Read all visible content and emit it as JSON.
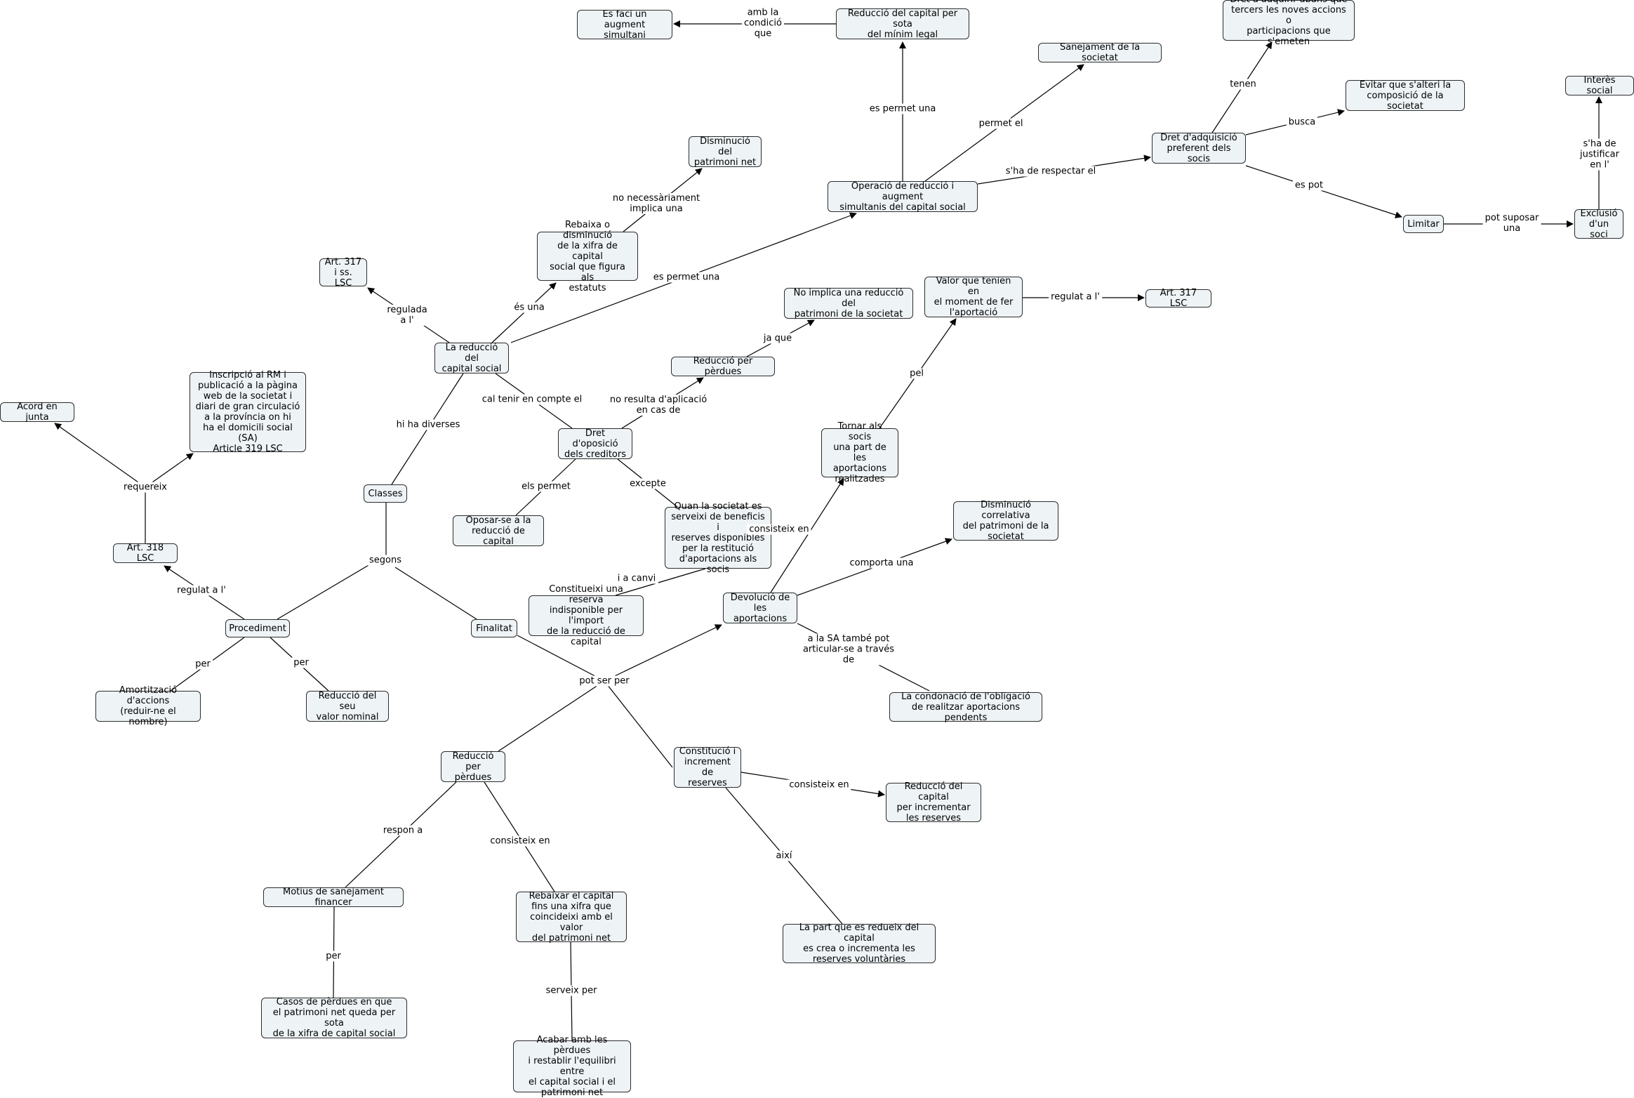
{
  "nodes": [
    {
      "id": "reduccio",
      "text": "La reducció del\ncapital social"
    },
    {
      "id": "art317a",
      "text": "Art. 317\ni ss. LSC"
    },
    {
      "id": "rebaixa",
      "text": "Rebaixa o disminució\nde la xifra de capital\nsocial que figura als\nestatuts"
    },
    {
      "id": "disminucio",
      "text": "Disminució del\npatrimoni net"
    },
    {
      "id": "operacio",
      "text": "Operació de reducció i augment\nsimultanis del capital social"
    },
    {
      "id": "sota",
      "text": "Reducció del capital per sota\ndel mínim legal"
    },
    {
      "id": "augment",
      "text": "Es faci un augment\nsimultani"
    },
    {
      "id": "sanejament",
      "text": "Sanejament de la societat"
    },
    {
      "id": "dret_adq",
      "text": "Dret d'adquisició\npreferent dels socis"
    },
    {
      "id": "dret_adquirir",
      "text": "Dret a adquirir abans que\ntercers les noves accions o\nparticipacions que s'emeten"
    },
    {
      "id": "evitar",
      "text": "Evitar que s'alteri la\ncomposició de la societat"
    },
    {
      "id": "limitar",
      "text": "Limitar"
    },
    {
      "id": "exclusio",
      "text": "Exclusió\nd'un soci"
    },
    {
      "id": "interes",
      "text": "Interès social"
    },
    {
      "id": "classes",
      "text": "Classes"
    },
    {
      "id": "dret_oposicio",
      "text": "Dret d'oposició\ndels creditors"
    },
    {
      "id": "oposar",
      "text": "Oposar-se a la\nreducció de capital"
    },
    {
      "id": "quan",
      "text": "Quan la societat es\nserveixi de beneficis i\nreserves disponibles\nper la restitució\nd'aportacions als socis"
    },
    {
      "id": "constitueixi",
      "text": "Constitueixi una reserva\nindisponible per l'import\nde la reducció de capital"
    },
    {
      "id": "red_perdues_top",
      "text": "Reducció per pèrdues"
    },
    {
      "id": "no_implica",
      "text": "No implica una reducció del\npatrimoni de la societat"
    },
    {
      "id": "procediment",
      "text": "Procediment"
    },
    {
      "id": "finalitat",
      "text": "Finalitat"
    },
    {
      "id": "art318",
      "text": "Art. 318 LSC"
    },
    {
      "id": "acord",
      "text": "Acord en junta"
    },
    {
      "id": "inscripcio",
      "text": "Inscripció al RM i\npublicació a la pàgina\nweb de la societat i\ndiari de gran circulació\na la província on hi\nha el domicili social (SA)\nArticle 319 LSC"
    },
    {
      "id": "amortitzacio",
      "text": "Amortització d'accions\n(reduir-ne el nombre)"
    },
    {
      "id": "valor_nominal",
      "text": "Reducció del seu\nvalor nominal"
    },
    {
      "id": "devolucio",
      "text": "Devolució de\nles aportacions"
    },
    {
      "id": "tornar",
      "text": "Tornar als socis\nuna part de les\naportacions\nrealitzades"
    },
    {
      "id": "valor_tenien",
      "text": "Valor que tenien en\nel moment de fer\nl'aportació"
    },
    {
      "id": "art317b",
      "text": "Art. 317 LSC"
    },
    {
      "id": "disminucio_corr",
      "text": "Disminució correlativa\ndel patrimoni de la\nsocietat"
    },
    {
      "id": "condonacio",
      "text": "La condonació de l'obligació\nde realitzar aportacions pendents"
    },
    {
      "id": "red_perdues",
      "text": "Reducció per\npèrdues"
    },
    {
      "id": "constitucio",
      "text": "Constitució i\nincrement de\nreserves"
    },
    {
      "id": "red_incrementar",
      "text": "Reducció del capital\nper incrementar\nles reserves"
    },
    {
      "id": "part",
      "text": "La part que es redueix del capital\nes crea o incrementa les\nreserves voluntàries"
    },
    {
      "id": "motius",
      "text": "Motius de sanejament financer"
    },
    {
      "id": "casos",
      "text": "Casos de pèrdues en que\nel patrimoni net queda per sota\nde la xifra de capital social"
    },
    {
      "id": "rebaixar",
      "text": "Rebaixar el capital\nfins una xifra que\ncoincideixi amb el valor\ndel patrimoni net"
    },
    {
      "id": "acabar",
      "text": "Acabar amb les pèrdues\ni restablir l'equilibri entre\nel capital social i el\npatrimoni net"
    }
  ],
  "labels": [
    {
      "id": "l_regulada",
      "text": "regulada\na l'"
    },
    {
      "id": "l_es_una",
      "text": "és una"
    },
    {
      "id": "l_es_permet_una",
      "text": "es permet una"
    },
    {
      "id": "l_no_necessariament",
      "text": "no necessàriament\nimplica una"
    },
    {
      "id": "l_es_permet_una2",
      "text": "es permet una"
    },
    {
      "id": "l_amb_la",
      "text": "amb la\ncondició\nque"
    },
    {
      "id": "l_permet_el",
      "text": "permet el"
    },
    {
      "id": "l_respectar",
      "text": "s'ha de respectar el"
    },
    {
      "id": "l_tenen",
      "text": "tenen"
    },
    {
      "id": "l_busca",
      "text": "busca"
    },
    {
      "id": "l_es_pot",
      "text": "es pot"
    },
    {
      "id": "l_pot_suposar",
      "text": "pot suposar\nuna"
    },
    {
      "id": "l_justificar",
      "text": "s'ha de\njustificar\nen l'"
    },
    {
      "id": "l_hi_ha",
      "text": "hi ha diverses"
    },
    {
      "id": "l_cal_tenir",
      "text": "cal tenir en compte el"
    },
    {
      "id": "l_no_resulta",
      "text": "no resulta d'aplicació\nen cas de"
    },
    {
      "id": "l_ja_que",
      "text": "ja que"
    },
    {
      "id": "l_els_permet",
      "text": "els permet"
    },
    {
      "id": "l_excepte",
      "text": "excepte"
    },
    {
      "id": "l_i_a_canvi",
      "text": "i a canvi"
    },
    {
      "id": "l_segons",
      "text": "segons"
    },
    {
      "id": "l_regulat",
      "text": "regulat a l'"
    },
    {
      "id": "l_requereix",
      "text": "requereix"
    },
    {
      "id": "l_per1",
      "text": "per"
    },
    {
      "id": "l_per2",
      "text": "per"
    },
    {
      "id": "l_pot_ser",
      "text": "pot ser per"
    },
    {
      "id": "l_consisteix1",
      "text": "consisteix en"
    },
    {
      "id": "l_pel",
      "text": "pel"
    },
    {
      "id": "l_regulat2",
      "text": "regulat a l'"
    },
    {
      "id": "l_comporta",
      "text": "comporta una"
    },
    {
      "id": "l_a_la_sa",
      "text": "a la SA també pot\narticular-se a través\nde"
    },
    {
      "id": "l_consisteix2",
      "text": "consisteix en"
    },
    {
      "id": "l_aixi",
      "text": "així"
    },
    {
      "id": "l_respon",
      "text": "respon a"
    },
    {
      "id": "l_consisteix3",
      "text": "consisteix en"
    },
    {
      "id": "l_per3",
      "text": "per"
    },
    {
      "id": "l_serveix",
      "text": "serveix per"
    }
  ]
}
